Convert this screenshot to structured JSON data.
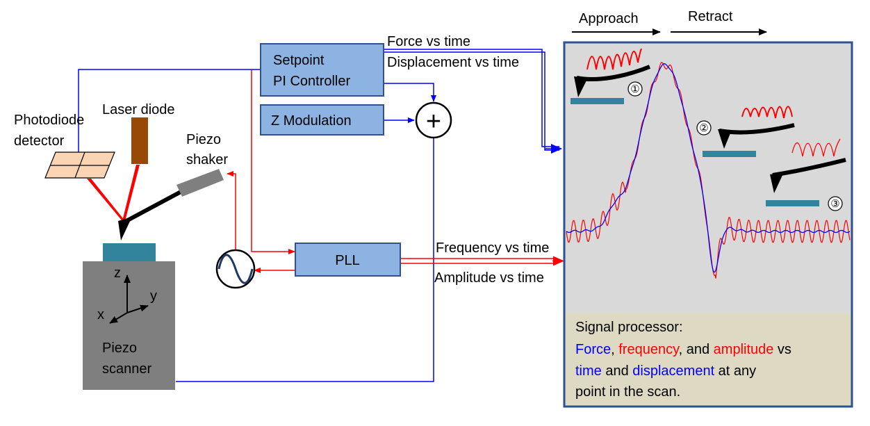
{
  "blocks": {
    "setpoint_line1": "Setpoint",
    "setpoint_line2": "PI Controller",
    "zmod": "Z Modulation",
    "pll": "PLL",
    "adder_symbol": "+"
  },
  "components": {
    "photodiode_line1": "Photodiode",
    "photodiode_line2": "detector",
    "laser": "Laser diode",
    "piezo_shaker_line1": "Piezo",
    "piezo_shaker_line2": "shaker",
    "scanner_line1": "Piezo",
    "scanner_line2": "scanner",
    "axis_z": "z",
    "axis_y": "y",
    "axis_x": "x"
  },
  "signals": {
    "force_time": "Force vs time",
    "disp_time": "Displacement vs time",
    "freq_time": "Frequency vs time",
    "amp_time": "Amplitude vs time"
  },
  "panel": {
    "approach": "Approach",
    "retract": "Retract",
    "step1": "①",
    "step2": "②",
    "step3": "③",
    "processor": {
      "title": "Signal processor:",
      "force": "Force",
      "sep1": ", ",
      "frequency": "frequency",
      "sep2": ", and ",
      "amplitude": "amplitude",
      "vs": " vs",
      "time": "time",
      "and": " and ",
      "displacement": "displacement",
      "at_any": " at any",
      "last_line": "point in the scan."
    }
  },
  "colors": {
    "blue": "#0000ff",
    "red": "#ff0000",
    "block_fill": "#8db3e2",
    "block_stroke": "#2f528f",
    "panel_bg": "#d9d9d9",
    "processor_bg": "#ddd9c3",
    "sample_teal": "#31849b",
    "scanner_gray": "#7f7f7f",
    "laser_brown": "#984807",
    "photodiode_fill": "#fbd4b4"
  }
}
